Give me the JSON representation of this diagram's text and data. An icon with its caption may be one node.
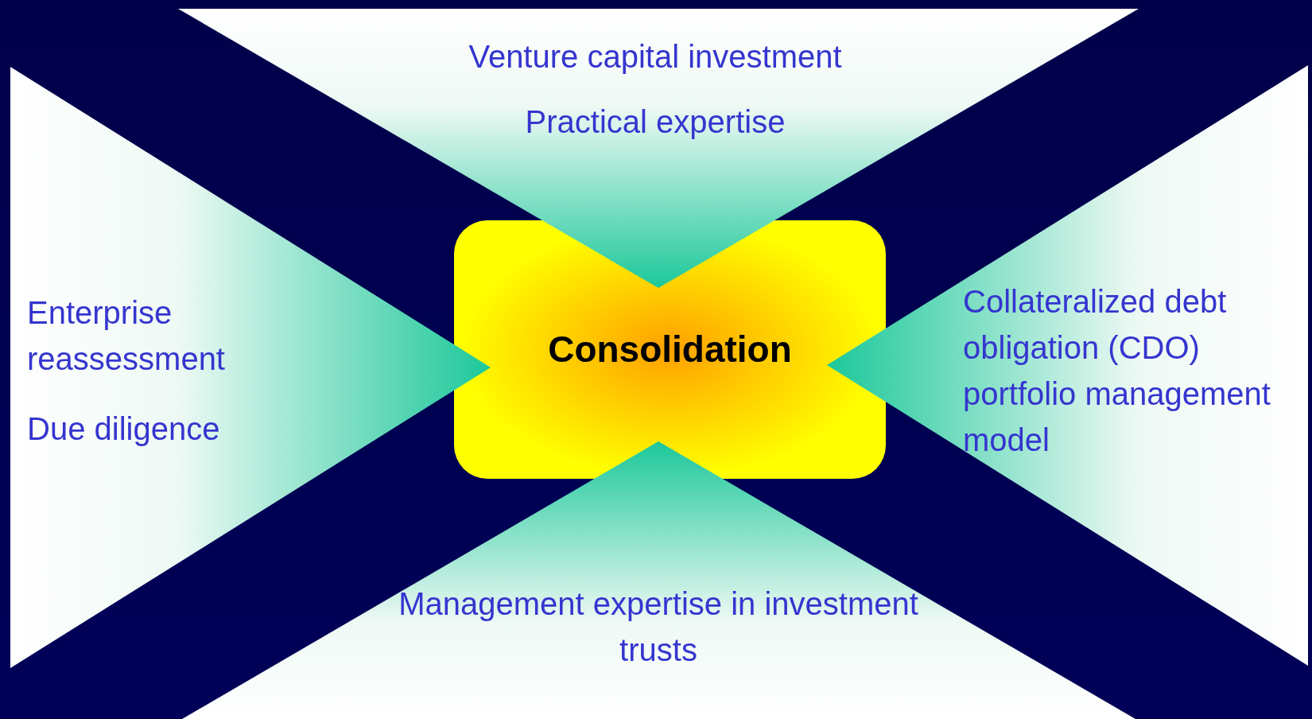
{
  "diagram": {
    "nodes": [
      {
        "text": [
          "Venture capital investment",
          "Practical expertise"
        ]
      },
      {
        "text": [
          "Enterprise reassessment",
          "Due diligence"
        ]
      },
      {
        "text": [
          "Consolidation"
        ]
      },
      {
        "text": [
          "Collateralized debt obligation (CDO) portfolio management model"
        ]
      },
      {
        "text": [
          "Management expertise in investment trusts"
        ]
      }
    ]
  }
}
